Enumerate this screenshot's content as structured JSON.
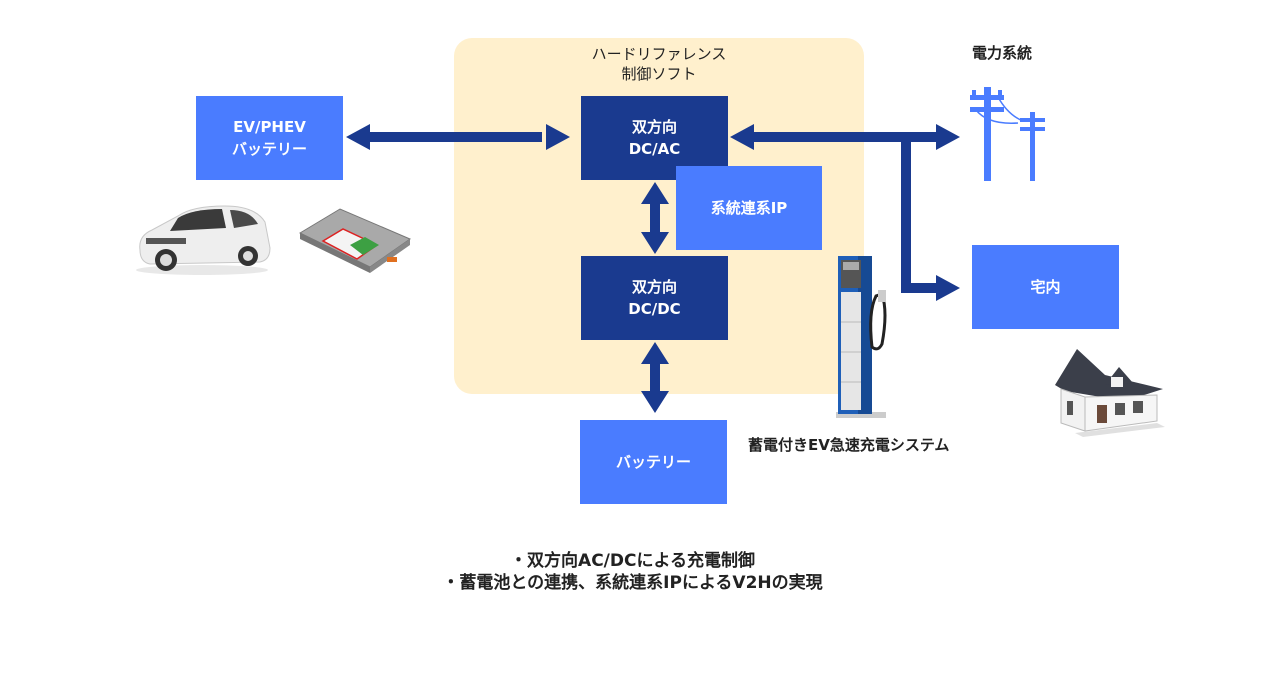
{
  "panel": {
    "title_line1": "ハードリファレンス",
    "title_line2": "制御ソフト"
  },
  "boxes": {
    "ev_battery": "EV/PHEV\nバッテリー",
    "dcac": "双方向\nDC/AC",
    "grid_ip": "系統連系IP",
    "dcdc": "双方向\nDC/DC",
    "battery": "バッテリー",
    "home": "宅内"
  },
  "labels": {
    "power_grid": "電力系統",
    "charger_system": "蓄電付きEV急速充電システム"
  },
  "notes": [
    "・双方向AC/DCによる充電制御",
    "・蓄電池との連携、系統連系IPによるV2Hの実現"
  ],
  "icons": [
    "car-icon",
    "battery-pack-icon",
    "utility-pole-icon",
    "ev-charger-icon",
    "house-icon"
  ],
  "colors": {
    "dark_box": "#1a3a8f",
    "light_box": "#4a7cff",
    "panel_bg": "#fff0cd",
    "arrow": "#1a3a8f"
  }
}
